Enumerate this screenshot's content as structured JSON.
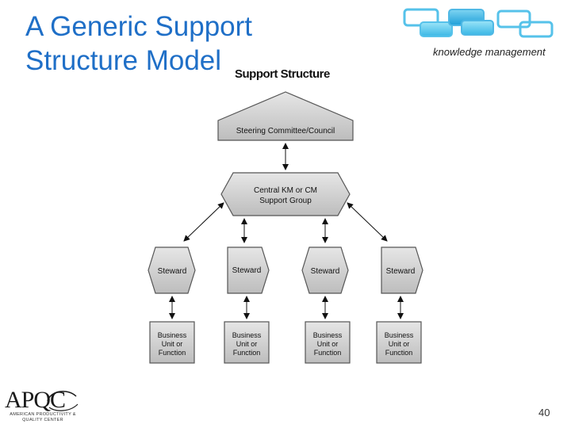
{
  "slide": {
    "title_line1": "A Generic Support",
    "title_line2": "Structure Model",
    "brand_text": "knowledge management",
    "page_number": "40",
    "accent_color": "#1f6fc7"
  },
  "diagram": {
    "heading": "Support Structure",
    "steering": "Steering Committee/Council",
    "central_line1": "Central KM or CM",
    "central_line2": "Support Group",
    "stewards": [
      "Steward",
      "Steward",
      "Steward",
      "Steward"
    ],
    "units": [
      [
        "Business",
        "Unit or",
        "Function"
      ],
      [
        "Business",
        "Unit or",
        "Function"
      ],
      [
        "Business",
        "Unit or",
        "Function"
      ],
      [
        "Business",
        "Unit or",
        "Function"
      ]
    ]
  },
  "logo": {
    "letters": "APQC",
    "subtitle": "AMERICAN PRODUCTIVITY & QUALITY CENTER"
  }
}
